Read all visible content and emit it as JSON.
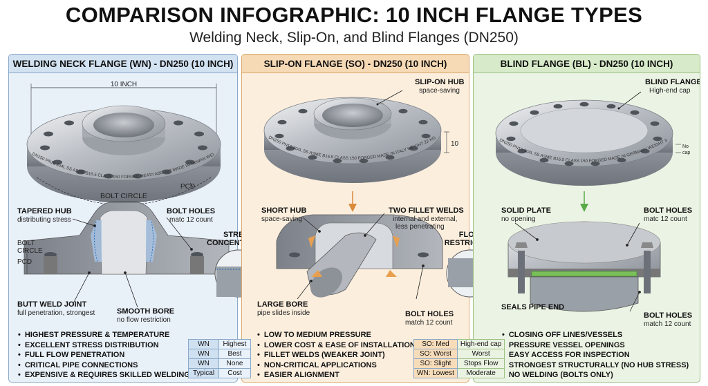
{
  "header": {
    "title": "COMPARISON INFOGRAPHIC: 10 INCH FLANGE TYPES",
    "subtitle": "Welding Neck, Slip-On, and Blind Flanges (DN250)"
  },
  "colors": {
    "wn_panel": "#e8f0f8",
    "so_panel": "#fbeedd",
    "bl_panel": "#ebf4e4",
    "weld": "#e8a050",
    "arrow": "#d98a3a",
    "green_arrow": "#5aa84a"
  },
  "welding_neck": {
    "title": "WELDING NECK FLANGE (WN) - DN250 (10 INCH)",
    "dim_top": "10 INCH",
    "pcd": "PCD",
    "bolt_circle": "BOLT CIRCLE",
    "rim_text": "DN250 PN16 304L SS  ASME B16.5 CLASS 150  FORGED  HEAT# ABC-123  MADE IN TAIWAN  WEIGHT 25 KG",
    "tapered_hub": "TAPERED HUB",
    "tapered_hub_sub": "distributing stress",
    "bolt_holes": "BOLT HOLES",
    "bolt_holes_sub": "matc 12 count",
    "bolt_circle_side_1": "BOLT",
    "bolt_circle_side_2": "CIRCLE",
    "pcd_side": "PCD",
    "butt_weld": "BUTT WELD JOINT",
    "butt_weld_sub": "full penetration, strongest",
    "smooth_bore": "SMOOTH BORE",
    "smooth_bore_sub": "no flow restriction",
    "bullets": [
      "HIGHEST PRESSURE & TEMPERATURE",
      "EXCELLENT STRESS DISTRIBUTION",
      "FULL FLOW PENETRATION",
      "CRITICAL PIPE CONNECTIONS",
      "EXPENSIVE & REQUIRES SKILLED WELDING"
    ],
    "table": [
      [
        "WN",
        "Highest"
      ],
      [
        "WN",
        "Best"
      ],
      [
        "WN",
        "None"
      ],
      [
        "Typical",
        "Cost"
      ]
    ]
  },
  "stress": {
    "line1": "STRESS",
    "line2": "CONCENTRATION"
  },
  "flow": {
    "line1": "FLOW",
    "line2": "RESTRICTION"
  },
  "slip_on": {
    "title": "SLIP-ON FLANGE (SO) - DN250 (10 INCH)",
    "hub": "SLIP-ON HUB",
    "hub_sub": "space-saving",
    "dim_right": "10",
    "rim_text": "DN250 PN16 304L SS  ASME B16.5 CLASS 150  FORGED  MADE IN ITALY  WEIGHT 22 KG",
    "short_hub": "SHORT HUB",
    "short_hub_sub": "space-saving",
    "fillet": "TWO FILLET WELDS",
    "fillet_sub_1": "internal and external,",
    "fillet_sub_2": "less penetrating",
    "large_bore": "LARGE BORE",
    "large_bore_sub": "pipe slides inside",
    "bolt_holes": "BOLT HOLES",
    "bolt_holes_sub": "match 12 count",
    "bullets": [
      "LOW TO MEDIUM PRESSURE",
      "LOWER COST & EASE OF INSTALLATION",
      "FILLET WELDS (WEAKER JOINT)",
      "NON-CRITICAL APPLICATIONS",
      "EASIER ALIGNMENT"
    ],
    "table": [
      [
        "SO: Med",
        "High-end cap"
      ],
      [
        "SO: Worst",
        "Worst"
      ],
      [
        "SO: Slight",
        "Stops Flow"
      ],
      [
        "WN: Lowest",
        "Moderate"
      ]
    ]
  },
  "blind": {
    "title": "BLIND FLANGE (BL) - DN250 (10 INCH)",
    "label": "BLIND FLANGE",
    "label_sub": "High-end cap",
    "no_cap_1": "No",
    "no_cap_2": "cap",
    "rim_text": "DN250 PN16 304L SS  ASME B16.5 CLASS 150  FORGED  MADE IN GERMANY  WEIGHT 30 KG",
    "solid_plate": "SOLID PLATE",
    "solid_plate_sub": "no opening",
    "bolt_holes": "BOLT HOLES",
    "bolt_holes_sub": "matc 12 count",
    "seals": "SEALS PIPE END",
    "bolt_holes2": "BOLT HOLES",
    "bolt_holes2_sub": "match 12 count",
    "bullets": [
      "CLOSING OFF LINES/VESSELS",
      "PRESSURE VESSEL OPENINGS",
      "EASY ACCESS FOR INSPECTION",
      "STRONGEST STRUCTURALLY (NO HUB STRESS)",
      "NO WELDING (BOLTS ONLY)"
    ]
  }
}
